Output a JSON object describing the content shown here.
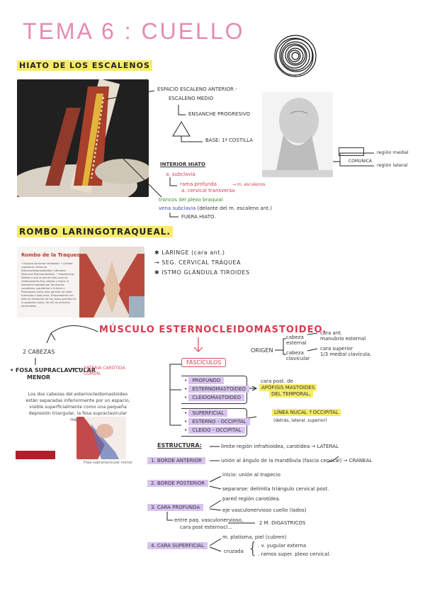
{
  "title": "TEMA 6 : CUELLO",
  "hiato": {
    "heading": "HIATO DE LOS ESCALENOS",
    "espacio_line1": "ESPACIO ESCALENO ANTERIOR -",
    "espacio_line2": "ESCALENO MEDIO",
    "ensanche": "ENSANCHE PROGRESIVO",
    "base": "BASE: 1ª COSTILLA",
    "interior_heading": "INTERIOR HIATO",
    "subclavia": "a. subclavia",
    "rama_profunda": "rama profunda",
    "cervical_transversa": "a. cervical transversa",
    "m_escalenos": "→ m. escalenos",
    "troncos": "troncos del plexo braquial",
    "vena": "vena subclavia",
    "vena_note": "(delante del m. escaleno ant.)",
    "fuera": "FUERA HIATO.",
    "comunica": "COMUNICA",
    "region_medial": "región medial",
    "region_lateral": "región lateral"
  },
  "rombo": {
    "heading": "ROMBO LARINGOTRAQUEAL.",
    "slide_title": "Rombo de la Traqueotomía",
    "slide_text": "• Espacio de forma romboidal. • Límites: superiores: Músculo Esternocleidomastoideo; inferiores: Músculos Esternotiroideos. • Importancia: Debido a que la piel de esta zona es relativamente fina, blanda y móvil, el elemento tapizado por los fascias carotideas, supraferior e inferior y Protraquea, hacia este garante no estar tuleranda a esta zona. Traqueotomía con este en alineación de los vasos grandes de la garganta; estos, de allí, se ubicarán permeables.",
    "items": [
      "LARINGE (cara ant.)",
      "SEG. CERVICAL TRÁQUEA",
      "ISTMO GLÁNDULA TIROIDES"
    ]
  },
  "ecm": {
    "heading": "MÚSCULO ESTERNOCLEIDOMASTOIDEO.",
    "dos_cabezas": "2 CABEZAS",
    "origen": "ORIGEN",
    "cabeza_esternal": "cabeza esternal",
    "esternal_desc1": "cara ant.",
    "esternal_desc2": "manubrio esternal",
    "cabeza_clavicular": "cabeza clavicular",
    "clavicular_desc1": "cara superior",
    "clavicular_desc2": "1/3 medial clavícula.",
    "fosa_line1": "FOSA SUPRACLAVICULAR",
    "fosa_line2": "MENOR",
    "arteria": "ARTERIA CARÓTIDA COMÚN.",
    "paragraph": "Los dos cabezas del esternocleidomastoideo están separadas inferiormente por un espacio, visible superficialmente como una pequeña depresión triangular, la fosa supraclavicular menor.",
    "fasciculos": "FASCÍCULOS",
    "group1": [
      "PROFUNDO",
      "ESTERNOMASTOIDEO",
      "CLEIDOMASTOIDEO"
    ],
    "group1_note1": "cara post. de",
    "group1_note2": "APÓFISIS MASTOIDES",
    "group1_note3": "DEL TEMPORAL.",
    "group2": [
      "SUPERFICIAL",
      "ESTERNO - OCCIPITAL",
      "CLEIDO - OCCIPITAL"
    ],
    "group2_note1": "LÍNEA NUCAL ↑OCCIPITAL",
    "group2_note2": "(detrás, lateral, superior)",
    "estructura": "ESTRUCTURA:",
    "bordes": [
      {
        "label": "1. BORDE ANTERIOR",
        "lines": [
          "limite región infrahioidea, carotídea → LATERAL",
          "unión al ángulo de la mandíbula (fascia cervical) → CRANEAL"
        ]
      },
      {
        "label": "2. BORDE POSTERIOR",
        "lines": [
          "inicio: unión al trapecio",
          "separarse: delimita triángulo cervical post."
        ]
      },
      {
        "label": "3. CARA PROFUNDA",
        "lines": [
          "pared región carotídea.",
          "eje vasculonervioso cuello (lados)"
        ]
      },
      {
        "label": "4. CARA SUPERFICIAL",
        "lines": [
          "m. platisma, piel (cubren)",
          "cruzada",
          "v. yugular externa",
          "ramos super. plexo cervical."
        ]
      }
    ],
    "entre_line1": "entre paq. vasculonervioso,",
    "entre_line2": "cara post esternocl...",
    "digastricos": "2 M. DIGÁSTRICOS",
    "caption": "Fosa supraclavicular menor"
  },
  "colors": {
    "title": "#e58bb0",
    "highlight_yellow": "#f6ec6a",
    "highlight_purple": "#d8c3f0",
    "red": "#d83a4f",
    "green": "#3d8a2a",
    "blue": "#3a46b8"
  }
}
